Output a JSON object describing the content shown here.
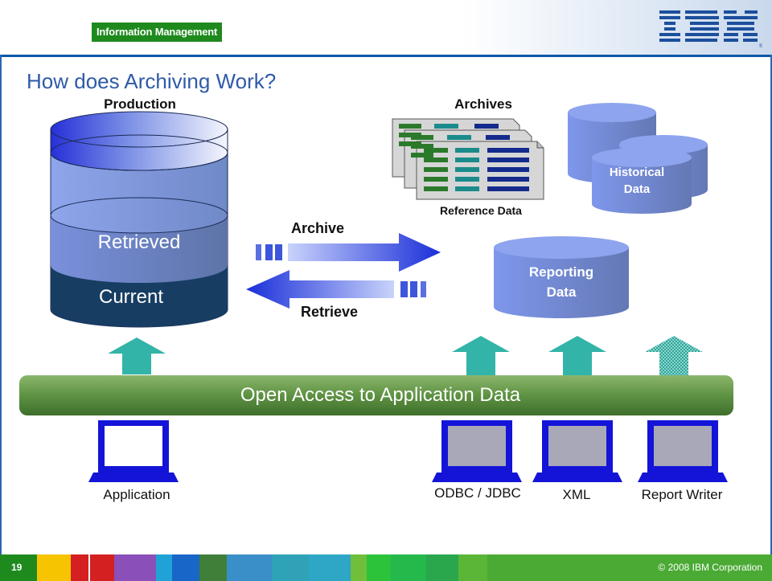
{
  "header": {
    "badge": "Information Management",
    "logo_alt": "IBM"
  },
  "slide": {
    "title": "How does Archiving Work?",
    "page_number": "19",
    "copyright": "© 2008 IBM Corporation"
  },
  "production": {
    "heading": "Production",
    "layer_retrieved": "Retrieved",
    "layer_current": "Current"
  },
  "archives": {
    "heading": "Archives",
    "reference_data": "Reference Data",
    "historical_line1": "Historical",
    "historical_line2": "Data",
    "reporting_line1": "Reporting",
    "reporting_line2": "Data"
  },
  "flows": {
    "archive": "Archive",
    "retrieve": "Retrieve"
  },
  "access_bar": "Open Access to Application Data",
  "clients": [
    {
      "label": "Application"
    },
    {
      "label": "ODBC / JDBC"
    },
    {
      "label": "XML"
    },
    {
      "label": "Report Writer"
    }
  ],
  "colors": {
    "brand_green": "#1e8a1e",
    "title_blue": "#2f5aa8",
    "cylinder_blue": "#7f9ae8",
    "current_navy": "#173d63",
    "arrow_teal": "#33b4a8",
    "monitor_blue": "#1414d8",
    "access_bar": "#5e9243"
  }
}
